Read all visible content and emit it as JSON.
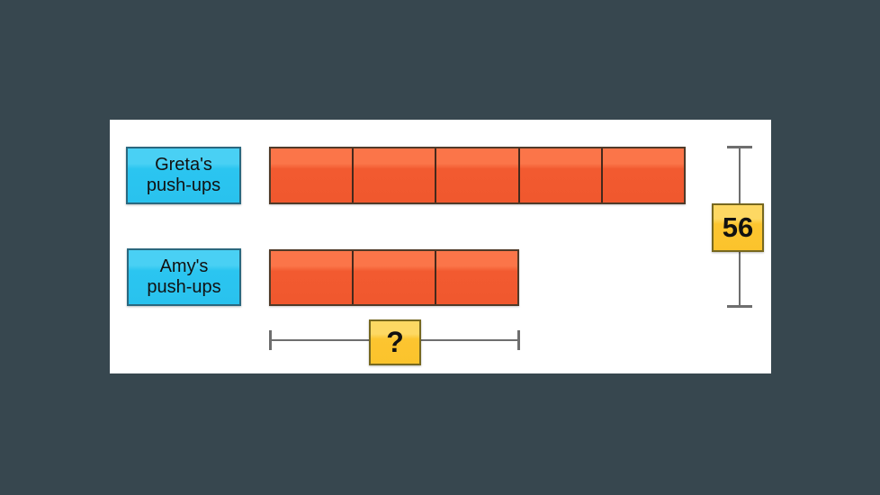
{
  "background_color": "#37474f",
  "panel_color": "#ffffff",
  "diagram": {
    "type": "tape-diagram",
    "rows": [
      {
        "label": "Greta's\npush-ups",
        "units": 5
      },
      {
        "label": "Amy's\npush-ups",
        "units": 3
      }
    ],
    "total_label": "56",
    "unknown_label": "?",
    "colors": {
      "label_box": "#2bc5f0",
      "label_box_border": "#2a687f",
      "bar": "#f0582e",
      "bar_border": "#503a28",
      "segment_divider": "#44291c",
      "callout": "#fbc32c",
      "callout_border": "#77681f",
      "bracket_line": "#6e6e6e",
      "text": "#111111"
    }
  }
}
